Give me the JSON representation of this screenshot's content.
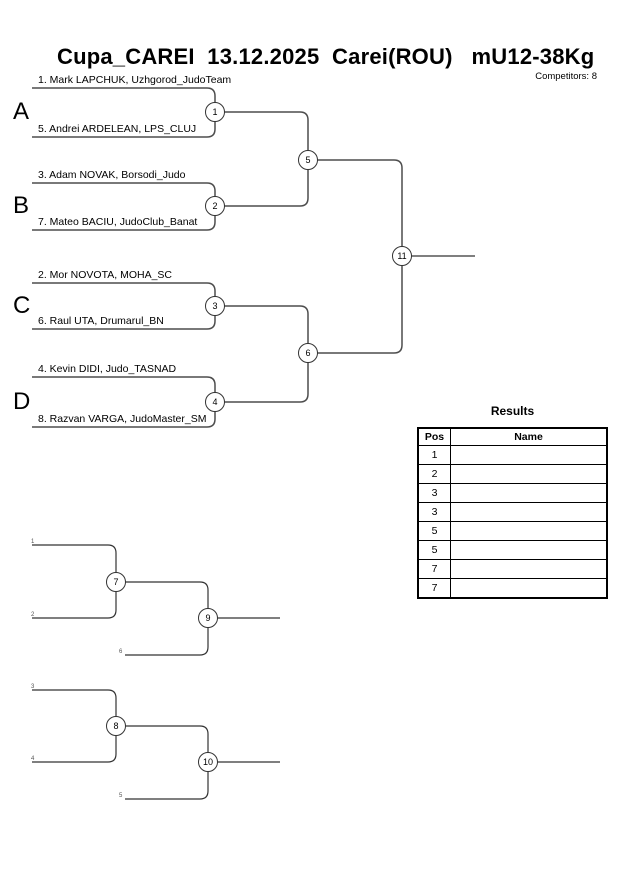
{
  "header": {
    "title": "Cupa_CAREI  13.12.2025  Carei(ROU)   mU12-38Kg",
    "competitors": "Competitors: 8"
  },
  "bracket": {
    "groups": [
      "A",
      "B",
      "C",
      "D"
    ],
    "entries": [
      "1. Mark LAPCHUK, Uzhgorod_JudoTeam",
      "5. Andrei ARDELEAN, LPS_CLUJ",
      "3. Adam NOVAK, Borsodi_Judo",
      "7. Mateo BACIU, JudoClub_Banat",
      "2. Mor NOVOTA, MOHA_SC",
      "6. Raul UTA, Drumarul_BN",
      "4. Kevin DIDI, Judo_TASNAD",
      "8. Razvan VARGA, JudoMaster_SM"
    ],
    "match_numbers": {
      "m1": "1",
      "m2": "2",
      "m3": "3",
      "m4": "4",
      "m5": "5",
      "m6": "6",
      "final": "11"
    }
  },
  "repechage": {
    "match_numbers": {
      "r7": "7",
      "r9": "9",
      "r8": "8",
      "r10": "10"
    },
    "slot_labels": [
      "1",
      "2",
      "6",
      "3",
      "4",
      "5"
    ]
  },
  "results": {
    "title": "Results",
    "columns": [
      "Pos",
      "Name"
    ],
    "rows": [
      {
        "pos": "1",
        "name": ""
      },
      {
        "pos": "2",
        "name": ""
      },
      {
        "pos": "3",
        "name": ""
      },
      {
        "pos": "3",
        "name": ""
      },
      {
        "pos": "5",
        "name": ""
      },
      {
        "pos": "5",
        "name": ""
      },
      {
        "pos": "7",
        "name": ""
      },
      {
        "pos": "7",
        "name": ""
      }
    ]
  },
  "colors": {
    "bracket_line": "#4d4d4d",
    "repechage_line": "#3a3a3a",
    "text": "#000000"
  }
}
